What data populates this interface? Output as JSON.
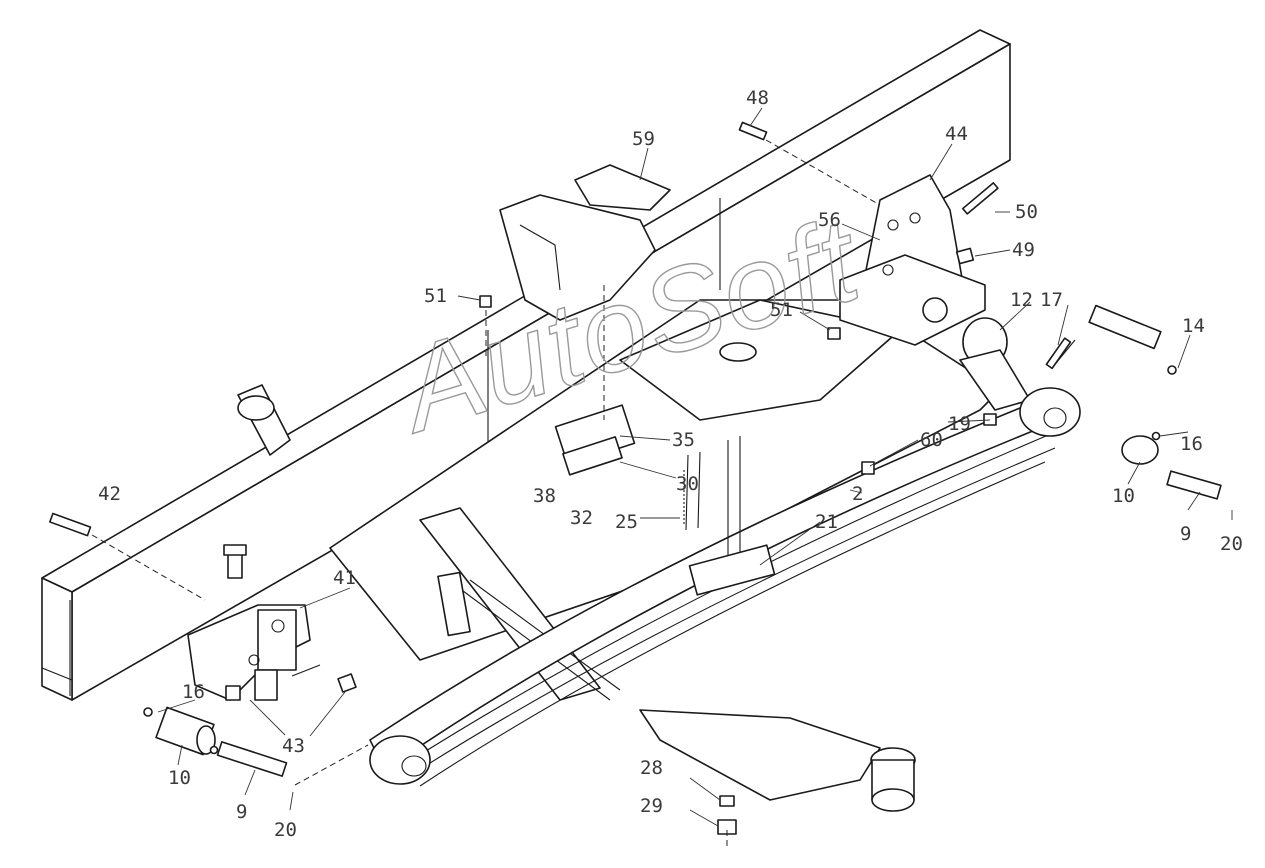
{
  "watermark": "AutoSoft",
  "callouts": [
    {
      "id": "c48",
      "text": "48"
    },
    {
      "id": "c59",
      "text": "59"
    },
    {
      "id": "c44",
      "text": "44"
    },
    {
      "id": "c50",
      "text": "50"
    },
    {
      "id": "c56",
      "text": "56"
    },
    {
      "id": "c49",
      "text": "49"
    },
    {
      "id": "c51a",
      "text": "51"
    },
    {
      "id": "c51b",
      "text": "51"
    },
    {
      "id": "c12",
      "text": "12"
    },
    {
      "id": "c17",
      "text": "17"
    },
    {
      "id": "c14",
      "text": "14"
    },
    {
      "id": "c16a",
      "text": "16"
    },
    {
      "id": "c19",
      "text": "19"
    },
    {
      "id": "c60",
      "text": "60"
    },
    {
      "id": "c35",
      "text": "35"
    },
    {
      "id": "c30",
      "text": "30"
    },
    {
      "id": "c38",
      "text": "38"
    },
    {
      "id": "c32",
      "text": "32"
    },
    {
      "id": "c25",
      "text": "25"
    },
    {
      "id": "c21",
      "text": "21"
    },
    {
      "id": "c2",
      "text": "2"
    },
    {
      "id": "c10a",
      "text": "10"
    },
    {
      "id": "c9a",
      "text": "9"
    },
    {
      "id": "c20a",
      "text": "20"
    },
    {
      "id": "c42",
      "text": "42"
    },
    {
      "id": "c41",
      "text": "41"
    },
    {
      "id": "c16b",
      "text": "16"
    },
    {
      "id": "c43",
      "text": "43"
    },
    {
      "id": "c10b",
      "text": "10"
    },
    {
      "id": "c9b",
      "text": "9"
    },
    {
      "id": "c20b",
      "text": "20"
    },
    {
      "id": "c28",
      "text": "28"
    },
    {
      "id": "c29",
      "text": "29"
    }
  ]
}
